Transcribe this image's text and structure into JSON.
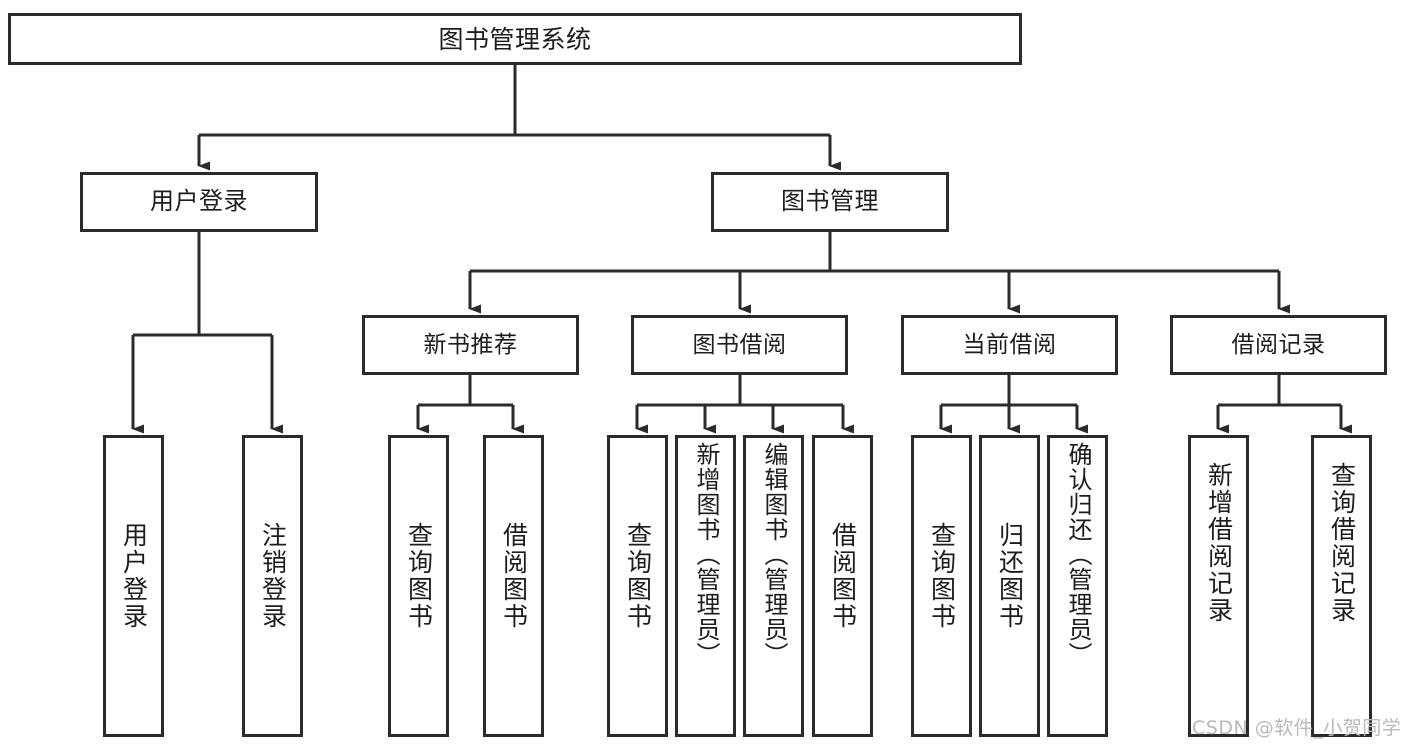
{
  "diagram": {
    "type": "tree-hierarchy",
    "title": "图书管理系统",
    "background_color": "#ffffff",
    "border_color": "#2b2b2b",
    "text_color": "#1d1d1d",
    "root": {
      "label": "图书管理系统"
    },
    "level1": [
      {
        "label": "用户登录"
      },
      {
        "label": "图书管理"
      }
    ],
    "level2": [
      {
        "label": "新书推荐"
      },
      {
        "label": "图书借阅"
      },
      {
        "label": "当前借阅"
      },
      {
        "label": "借阅记录"
      }
    ],
    "leaves": {
      "user_login": [
        {
          "label": "用户登录"
        },
        {
          "label": "注销登录"
        }
      ],
      "new_book_recommend": [
        {
          "label": "查询图书"
        },
        {
          "label": "借阅图书"
        }
      ],
      "book_borrow": [
        {
          "label": "查询图书"
        },
        {
          "label": "新增图书（管理员）"
        },
        {
          "label": "编辑图书（管理员）"
        },
        {
          "label": "借阅图书"
        }
      ],
      "current_borrow": [
        {
          "label": "查询图书"
        },
        {
          "label": "归还图书"
        },
        {
          "label": "确认归还（管理员）"
        }
      ],
      "borrow_record": [
        {
          "label": "新增借阅记录"
        },
        {
          "label": "查询借阅记录"
        }
      ]
    }
  },
  "watermark": {
    "text": "CSDN @软件_小贺同学"
  }
}
